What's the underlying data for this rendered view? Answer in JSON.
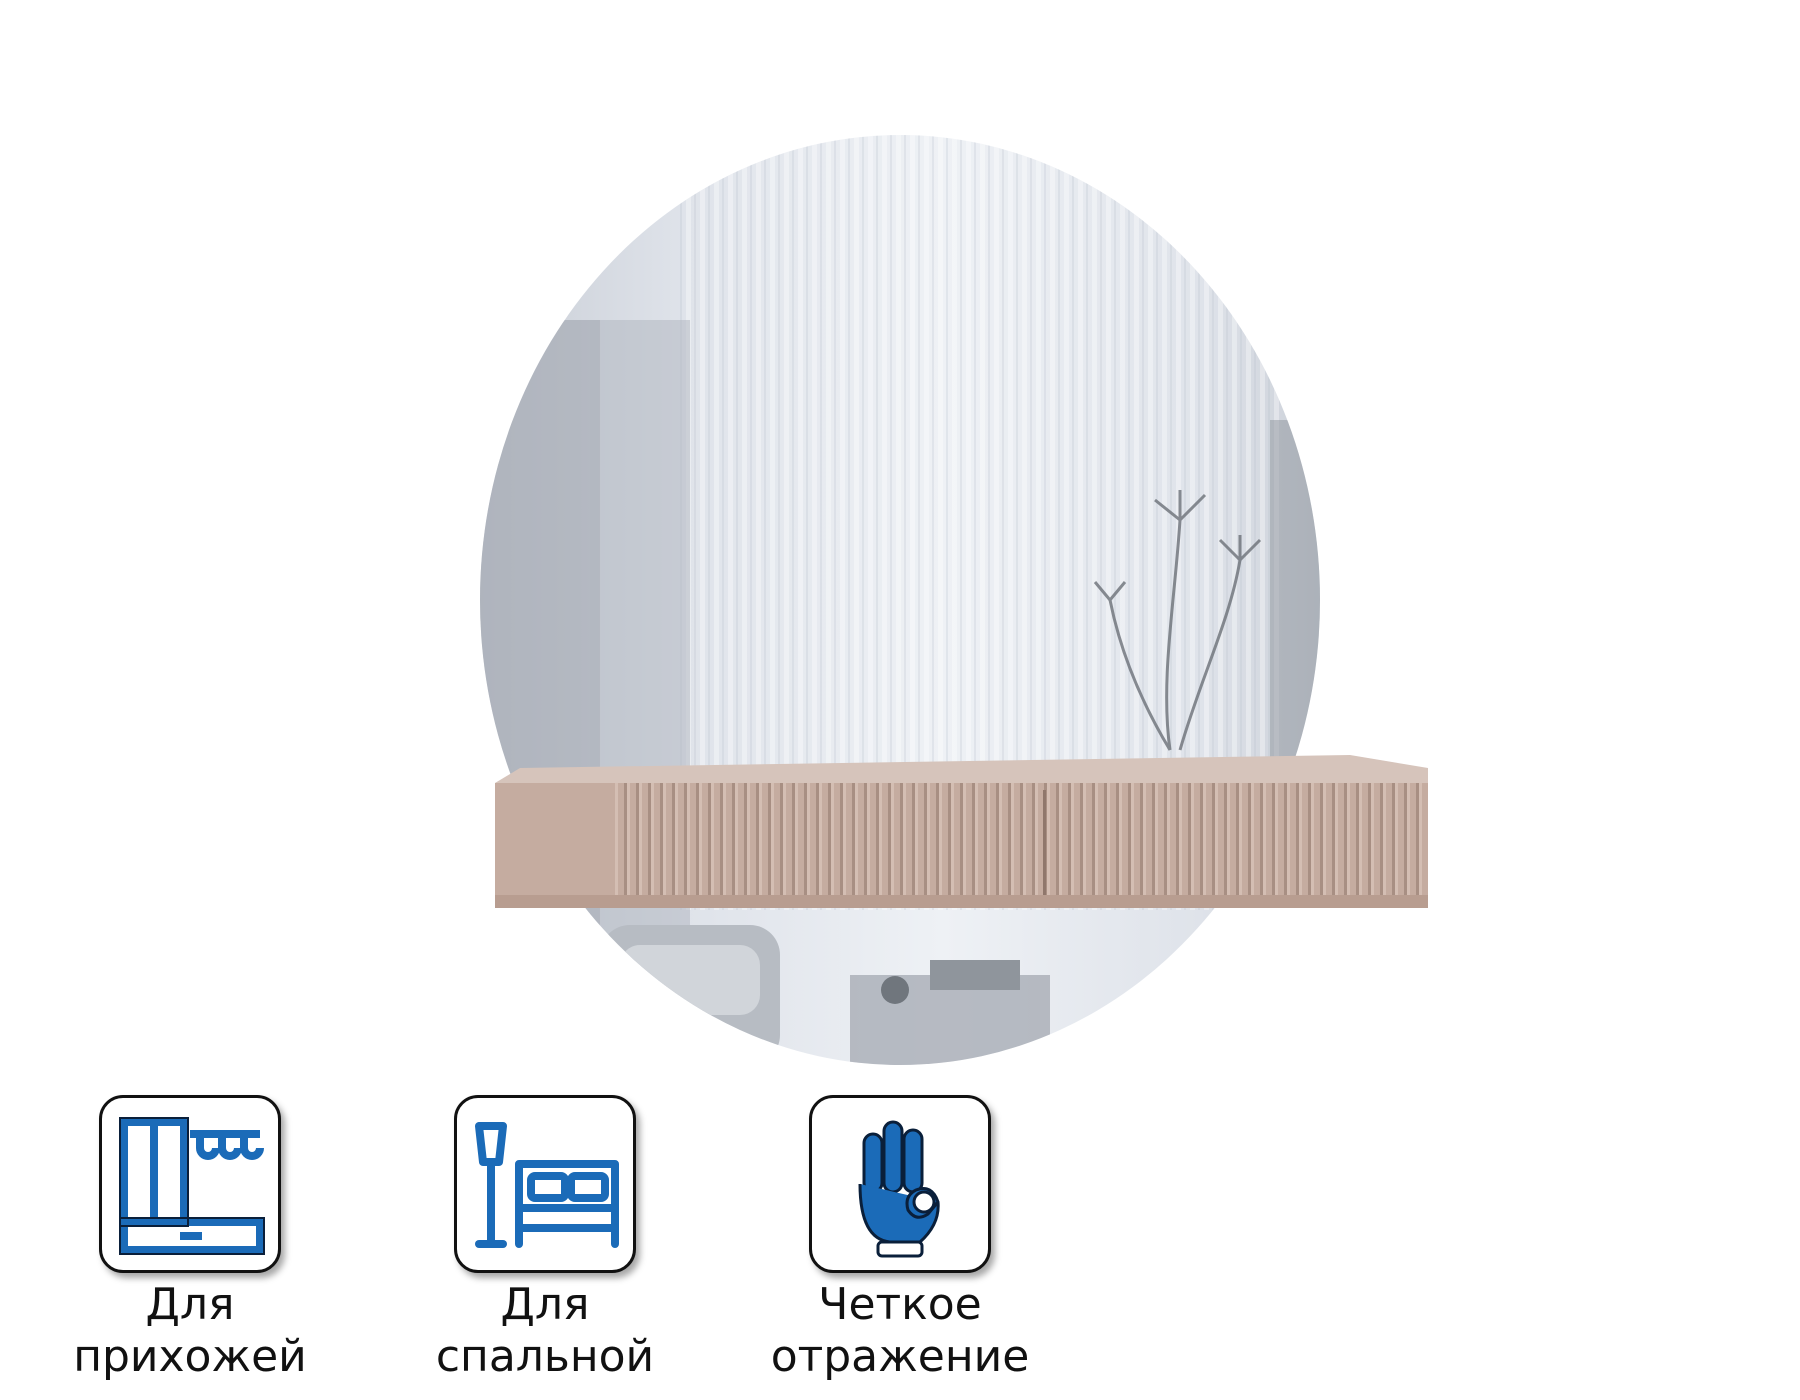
{
  "product": {
    "mirror_shape": "round",
    "console_color": "#c5aca0",
    "mirror_tint": "#d9dde4"
  },
  "accent_color": "#1b6bb8",
  "features": [
    {
      "icon": "hallway-furniture-icon",
      "label_line1": "Для",
      "label_line2": "прихожей"
    },
    {
      "icon": "bedroom-bed-lamp-icon",
      "label_line1": "Для",
      "label_line2": "спальной"
    },
    {
      "icon": "ok-hand-icon",
      "label_line1": "Четкое",
      "label_line2": "отражение"
    }
  ]
}
